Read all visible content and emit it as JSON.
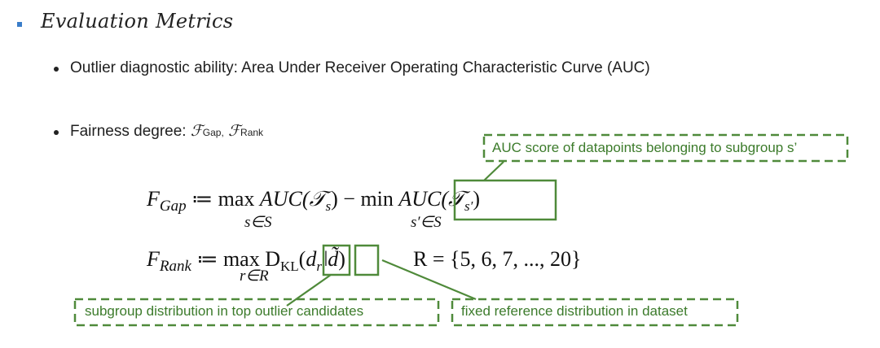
{
  "section": {
    "title": "Evaluation Metrics"
  },
  "bullets": [
    {
      "text": "Outlier diagnostic ability: Area Under Receiver Operating Characteristic Curve (AUC)"
    },
    {
      "prefix": "Fairness degree: ",
      "sym1": "ℱ",
      "sub1": "Gap,",
      "sym2": "ℱ",
      "sub2": "Rank"
    }
  ],
  "formulas": {
    "gap": {
      "lhs": "F",
      "lhs_sub": "Gap",
      "assign": "≔",
      "max": "max",
      "max_under": "s∈S",
      "term1": "AUC(𝒯",
      "term1_sub": "s",
      "term1_close": ")",
      "minus": "−",
      "min": "min",
      "min_under": "s′∈S",
      "term2": "AUC(𝒯",
      "term2_sub": "s′",
      "term2_close": ")"
    },
    "rank": {
      "lhs": "F",
      "lhs_sub": "Rank",
      "assign": "≔",
      "max": "max",
      "max_under": "r∈R",
      "dkl": "D",
      "dkl_sub": "KL",
      "open": "(",
      "d_r": "d",
      "d_r_sub": "r",
      "sep": "‖",
      "d_tilde": "d̃",
      "close": ")",
      "range": "R = {5, 6, 7, ..., 20}"
    }
  },
  "callouts": {
    "auc": "AUC score of datapoints belonging to subgroup s’",
    "subgroup": "subgroup distribution in top outlier candidates",
    "reference": "fixed reference distribution in dataset"
  },
  "colors": {
    "callout": "#4f8a3a",
    "bullet_square": "#3a7dc9"
  }
}
